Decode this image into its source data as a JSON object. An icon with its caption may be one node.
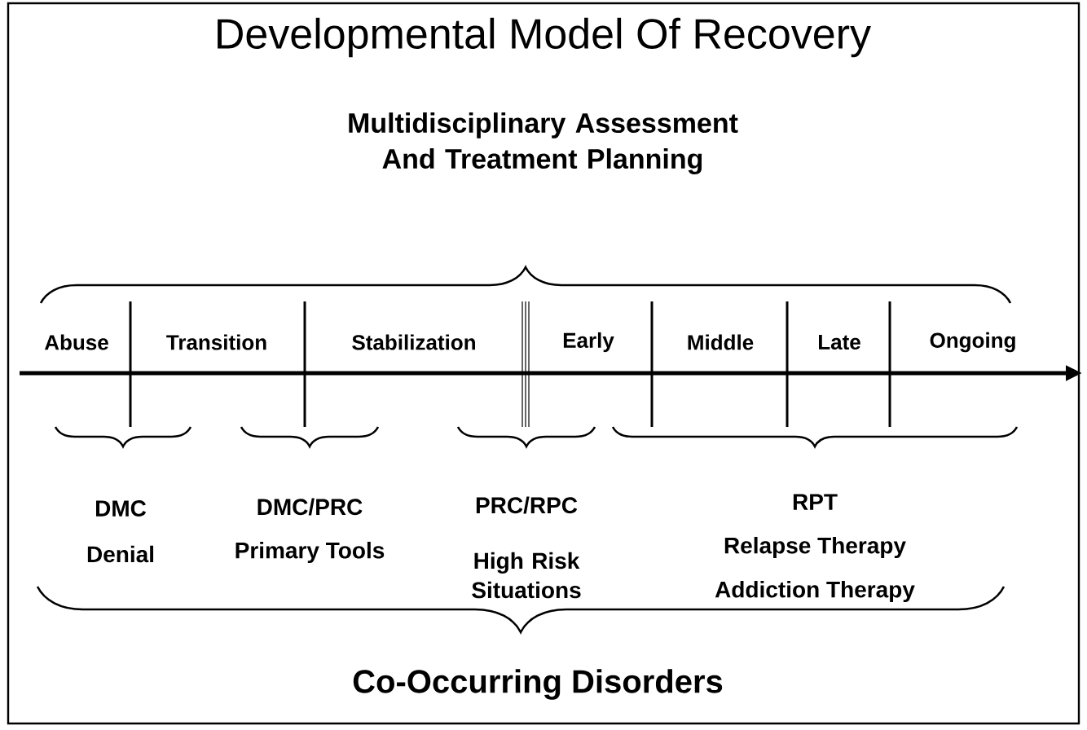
{
  "diagram": {
    "title": "Developmental Model Of Recovery",
    "labels": [
      "Multidisciplinary Assessment And Treatment Planning",
      "Abuse",
      "Transition",
      "Stabilization",
      "Early",
      "Middle",
      "Late",
      "Ongoing",
      "DMC",
      "Denial",
      "DMC/PRC",
      "Primary Tools",
      "PRC/RPC",
      "High Risk Situations",
      "RPT",
      "Relapse Therapy",
      "Addiction Therapy",
      "Co-Occurring Disorders"
    ]
  }
}
